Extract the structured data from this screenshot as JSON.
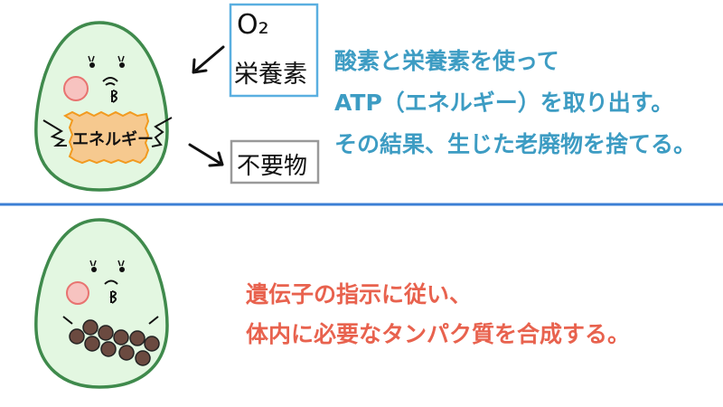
{
  "top": {
    "inputs_box": {
      "line1": "O₂",
      "line2": "栄養素"
    },
    "waste_box": "不要物",
    "energy_label": "エネルギー",
    "description": [
      "酸素と栄養素を使って",
      "ATP（エネルギー）を取り出す。",
      "その結果、生じた老廃物を捨てる。"
    ]
  },
  "bottom": {
    "description": [
      "遺伝子の指示に従い、",
      "体内に必要なタンパク質を合成する。"
    ]
  },
  "colors": {
    "top_text": "#3d9cc3",
    "bottom_text": "#e8624e",
    "divider": "#3b7fd4",
    "cell_fill": "#e3f7e1",
    "cell_outline": "#3f8a4c",
    "energy_fill": "#f6c98f",
    "energy_outline": "#f29a1f",
    "protein": "#6b4a40"
  }
}
